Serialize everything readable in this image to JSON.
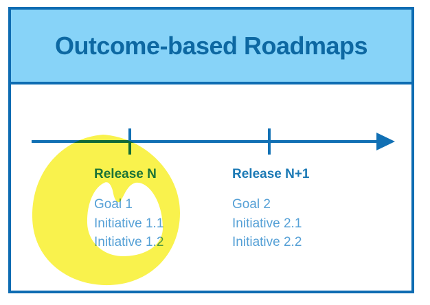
{
  "title": "Outcome-based Roadmaps",
  "timeline": {
    "description": "horizontal arrow with two milestone ticks",
    "milestones": [
      {
        "release": "Release N",
        "goal": "Goal 1",
        "initiatives": [
          "Initiative 1.1",
          "Initiative 1.2"
        ]
      },
      {
        "release": "Release N+1",
        "goal": "Goal 2",
        "initiatives": [
          "Initiative 2.1",
          "Initiative 2.2"
        ]
      }
    ]
  },
  "annotation": {
    "type": "hand-drawn highlighter circle",
    "target": "Release N / Goal 1 group",
    "color": "#F8F13E"
  },
  "colors": {
    "frame_border": "#0E6CB2",
    "header_bg": "#87D3F8",
    "title_text": "#0D68A2",
    "timeline": "#1170B4",
    "release_text": "#1B79B5",
    "goal_text": "#55A0D6",
    "highlighter": "#F8F13E"
  }
}
